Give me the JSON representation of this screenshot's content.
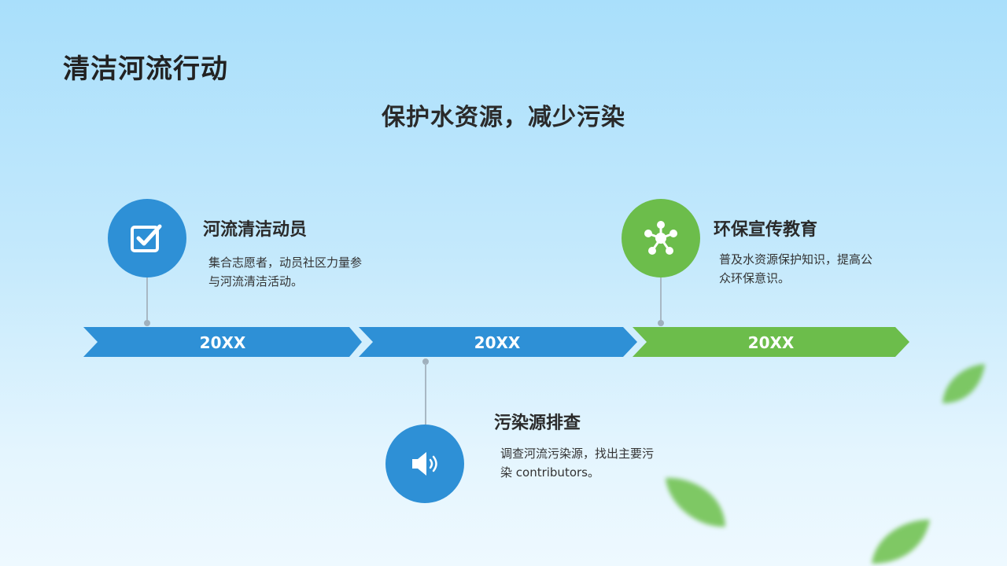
{
  "header": {
    "title": "清洁河流行动",
    "subtitle": "保护水资源，减少污染"
  },
  "timeline": {
    "segments": [
      {
        "label": "20XX",
        "color": "#2e90d6"
      },
      {
        "label": "20XX",
        "color": "#2e90d6"
      },
      {
        "label": "20XX",
        "color": "#6cbd4b"
      }
    ]
  },
  "items": [
    {
      "title": "河流清洁动员",
      "desc_line1": "集合志愿者，动员社区力量参",
      "desc_line2": "与河流清洁活动。",
      "icon": "checkbox-icon",
      "color": "#2e90d6"
    },
    {
      "title": "污染源排查",
      "desc_line1": "调查河流污染源，找出主要污",
      "desc_line2": "染 contributors。",
      "icon": "speaker-icon",
      "color": "#2e90d6"
    },
    {
      "title": "环保宣传教育",
      "desc_line1": "普及水资源保护知识，提高公",
      "desc_line2": "众环保意识。",
      "icon": "network-icon",
      "color": "#6cbd4b"
    }
  ]
}
